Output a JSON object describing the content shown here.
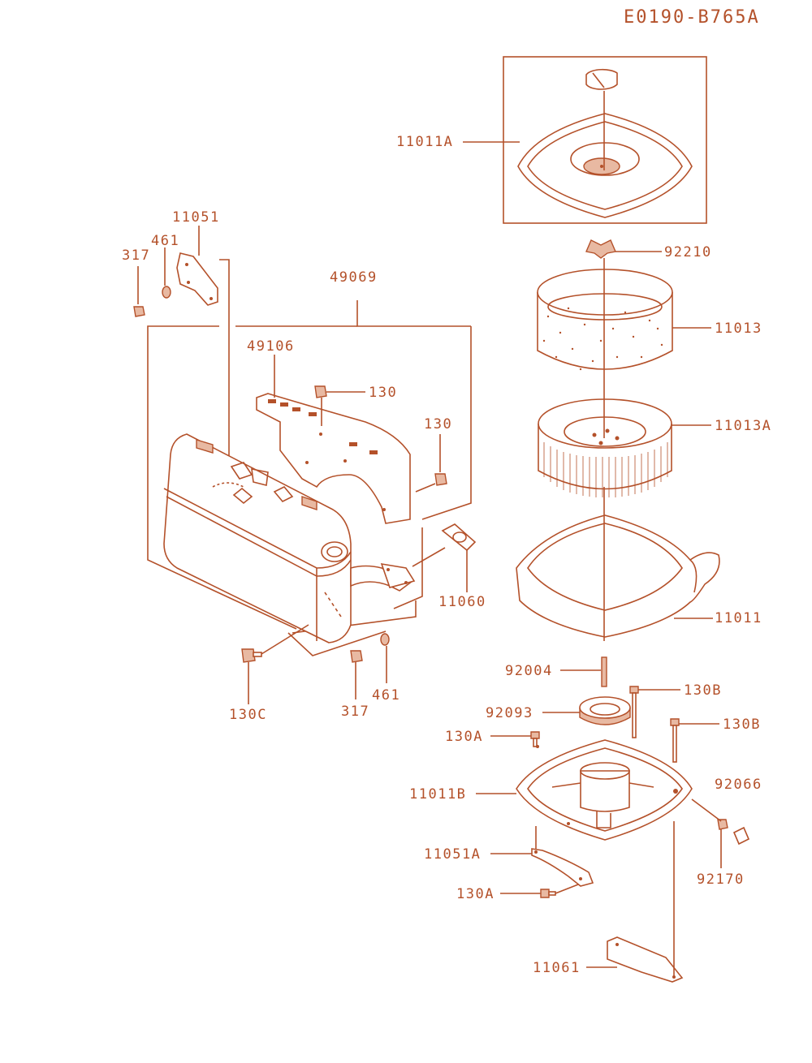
{
  "diagram_code": "E0190-B765A",
  "colors": {
    "line": "#b4512a",
    "fill": "#e8b9a2",
    "background": "#ffffff"
  },
  "labels": {
    "p11011A": "11011A",
    "p92210": "92210",
    "p11013": "11013",
    "p11013A": "11013A",
    "p11011": "11011",
    "p92004": "92004",
    "p130B_1": "130B",
    "p92093": "92093",
    "p130B_2": "130B",
    "p130A_1": "130A",
    "p92066": "92066",
    "p11011B": "11011B",
    "p11051A": "11051A",
    "p92170": "92170",
    "p130A_2": "130A",
    "p11061": "11061",
    "p11051": "11051",
    "p461_1": "461",
    "p317_1": "317",
    "p49069": "49069",
    "p49106": "49106",
    "p130_1": "130",
    "p130_2": "130",
    "p11060": "11060",
    "p130C": "130C",
    "p317_2": "317",
    "p461_2": "461"
  }
}
